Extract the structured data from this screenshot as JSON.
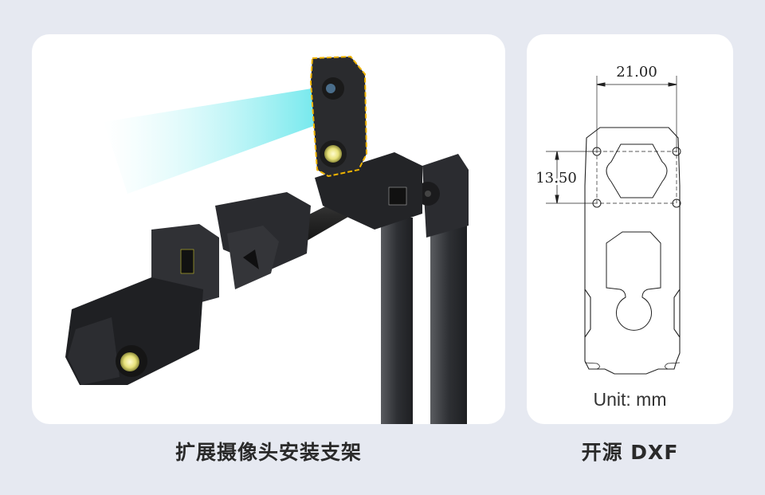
{
  "product_image": {
    "caption": "扩展摄像头安装支架",
    "alt": "robot arm with extended camera mount bracket on aluminum rail"
  },
  "drawing": {
    "caption": "开源 DXF",
    "unit_label": "Unit: mm",
    "dimensions": {
      "width": "21.00",
      "height": "13.50"
    }
  },
  "colors": {
    "background": "#e6e9f1",
    "card": "#ffffff",
    "highlight_outline": "#f0b400",
    "camera_beam": "#3fe0e6",
    "led": "#f3f08a"
  }
}
